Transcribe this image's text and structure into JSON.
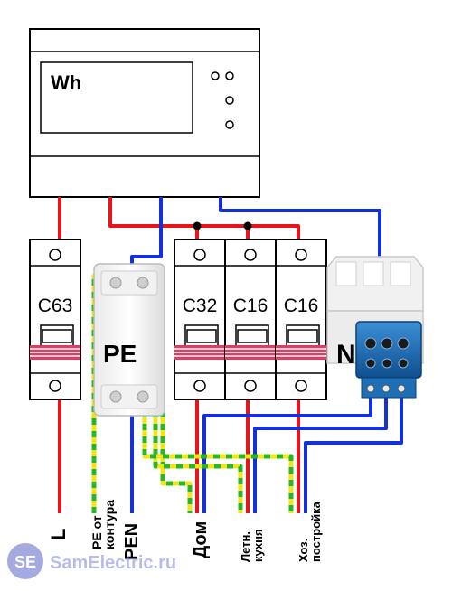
{
  "meter": {
    "display_label": "Wh"
  },
  "breakers": [
    {
      "id": "main",
      "rating": "C63"
    },
    {
      "id": "dom",
      "rating": "C32"
    },
    {
      "id": "kitchen",
      "rating": "C16"
    },
    {
      "id": "shed",
      "rating": "C16"
    }
  ],
  "pe_bus": {
    "label": "PE"
  },
  "n_bus": {
    "label": "N"
  },
  "terminals": [
    {
      "id": "L",
      "label": "L",
      "line1": "L",
      "line2": ""
    },
    {
      "id": "pe_contour",
      "line1": "PE от",
      "line2": "контура"
    },
    {
      "id": "pen",
      "line1": "PEN",
      "line2": ""
    },
    {
      "id": "dom",
      "line1": "Дом",
      "line2": ""
    },
    {
      "id": "kitchen",
      "line1": "Летн.",
      "line2": "кухня"
    },
    {
      "id": "shed",
      "line1": "Хоз.",
      "line2": "постройка"
    }
  ],
  "watermark": {
    "badge": "SE",
    "text": "SamElectric.ru"
  },
  "colors": {
    "phase": "#e8141c",
    "neutral": "#1430d8",
    "pe_yellow": "#f2e61a",
    "pe_green": "#2bb52b",
    "n_bus_blue": "#1d6fb6"
  }
}
